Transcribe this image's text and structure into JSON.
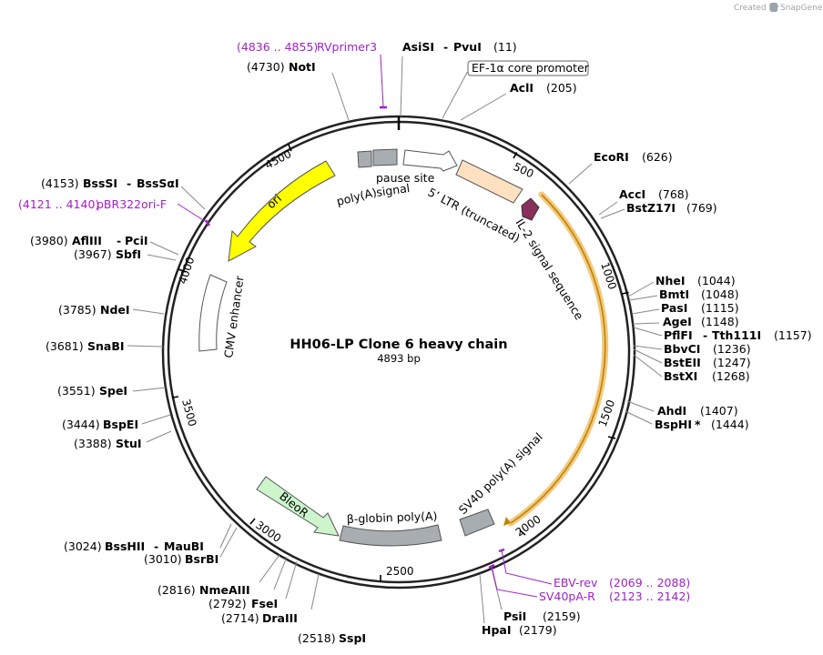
{
  "credit": {
    "prefix": "Created by",
    "brand": "SnapGene"
  },
  "map": {
    "title": "HH06-LP Clone 6 heavy chain",
    "length": "4893 bp"
  },
  "ticks": [
    "500",
    "1000",
    "1500",
    "2000",
    "2500",
    "3000",
    "3500",
    "4000",
    "4500"
  ],
  "features": {
    "ef1a_promoter": "EF-1α core promoter",
    "pause_site": "pause site",
    "polya_signal_a": "poly(A)",
    "polya_signal_b": "signal",
    "ltr": "5’ LTR (truncated)",
    "il2": "IL-2 signal sequence",
    "ori": "ori",
    "cmv": "CMV enhancer",
    "bleor": "BleoR",
    "globin": "β-globin poly(A)",
    "sv40": "SV40 poly(A) signal"
  },
  "enzymes": {
    "noti": {
      "pos": "(4730)",
      "name": "NotI"
    },
    "asisi_pvui": {
      "name": "AsiSI",
      "sep": "-",
      "name2": "PvuI",
      "pos": "(11)"
    },
    "acli": {
      "name": "AclI",
      "pos": "(205)"
    },
    "ecori": {
      "name": "EcoRI",
      "pos": "(626)"
    },
    "acci": {
      "name": "AccI",
      "pos": "(768)"
    },
    "bstz17i": {
      "name": "BstZ17I",
      "pos": "(769)"
    },
    "nhei": {
      "name": "NheI",
      "pos": "(1044)"
    },
    "bmti": {
      "name": "BmtI",
      "pos": "(1048)"
    },
    "pasi": {
      "name": "PasI",
      "pos": "(1115)"
    },
    "agei": {
      "name": "AgeI",
      "pos": "(1148)"
    },
    "pflfi": {
      "name": "PflFI",
      "sep": "-",
      "name2": "Tth111I",
      "pos": "(1157)"
    },
    "bbvci": {
      "name": "BbvCI",
      "pos": "(1236)"
    },
    "bsteii": {
      "name": "BstEII",
      "pos": "(1247)"
    },
    "bstxi": {
      "name": "BstXI",
      "pos": "(1268)"
    },
    "ahdi": {
      "name": "AhdI",
      "pos": "(1407)"
    },
    "bsphi": {
      "name": "BspHI",
      "mark": "*",
      "pos": "(1444)"
    },
    "psii": {
      "name": "PsiI",
      "pos": "(2159)"
    },
    "hpai": {
      "name": "HpaI",
      "pos": "(2179)"
    },
    "sspi": {
      "pos": "(2518)",
      "name": "SspI"
    },
    "draiii": {
      "pos": "(2714)",
      "name": "DraIII"
    },
    "fsei": {
      "pos": "(2792)",
      "name": "FseI"
    },
    "nmeaiii": {
      "pos": "(2816)",
      "name": "NmeAIII"
    },
    "bsrbi": {
      "pos": "(3010)",
      "name": "BsrBI"
    },
    "bsshii_maubi": {
      "pos": "(3024)",
      "name": "BssHII",
      "sep": "-",
      "name2": "MauBI"
    },
    "stui": {
      "pos": "(3388)",
      "name": "StuI"
    },
    "bspei": {
      "pos": "(3444)",
      "name": "BspEI"
    },
    "spei": {
      "pos": "(3551)",
      "name": "SpeI"
    },
    "snabi": {
      "pos": "(3681)",
      "name": "SnaBI"
    },
    "ndei": {
      "pos": "(3785)",
      "name": "NdeI"
    },
    "sbfi": {
      "pos": "(3967)",
      "name": "SbfI"
    },
    "afliii_pcii": {
      "pos": "(3980)",
      "name": "AflIII",
      "sep": "-",
      "name2": "PciI"
    },
    "bsssi_bssSai": {
      "pos": "(4153)",
      "name": "BssSI",
      "sep": "-",
      "name2": "BssSαI"
    }
  },
  "primers": {
    "rvprimer3": {
      "range": "(4836 .. 4855)",
      "name": "RVprimer3"
    },
    "pbr322": {
      "range": "(4121 .. 4140)",
      "name": "pBR322ori-F"
    },
    "ebvrev": {
      "name": "EBV-rev",
      "range": "(2069 .. 2088)"
    },
    "sv40pa": {
      "name": "SV40pA-R",
      "range": "(2123 .. 2142)"
    }
  },
  "colors": {
    "ori": "#ffff00",
    "bleor": "#ccf5cc",
    "ltr": "#ffe0c0",
    "il2": "#8a2f5c",
    "grey_feature": "#a8adb2",
    "orf_highlight": "#f5c87a",
    "primer": "#a020c8"
  }
}
